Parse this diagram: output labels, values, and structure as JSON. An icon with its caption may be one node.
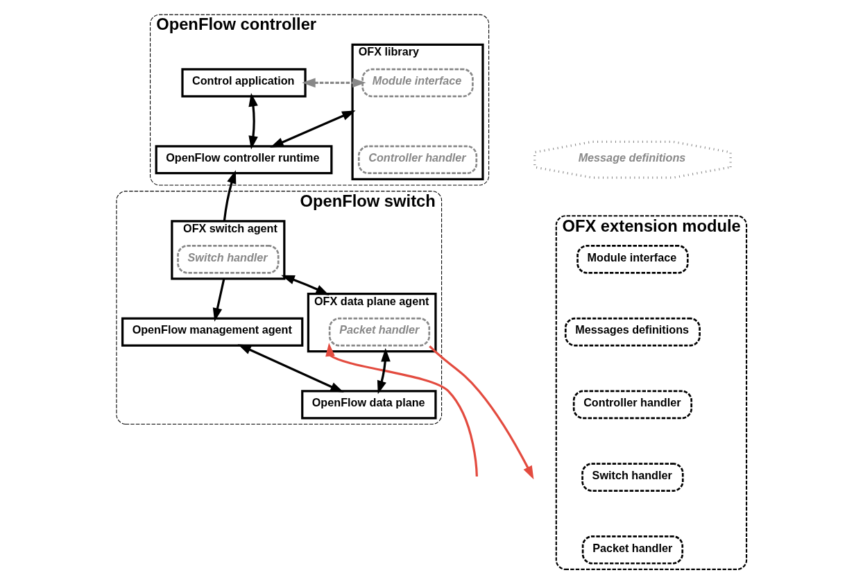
{
  "diagram": {
    "nodes": [
      {
        "text": [
          "OpenFlow controller"
        ]
      },
      {
        "text": [
          "Control application"
        ],
        "in": 0
      },
      {
        "text": [
          "OFX library"
        ],
        "in": 0
      },
      {
        "text": [
          "Module interface"
        ],
        "in": 2
      },
      {
        "text": [
          "Controller handler"
        ],
        "in": 2
      },
      {
        "text": [
          "OpenFlow controller runtime"
        ],
        "in": 0
      },
      {
        "text": [
          "Message definitions"
        ]
      },
      {
        "text": [
          "OpenFlow switch"
        ]
      },
      {
        "text": [
          "OFX switch agent"
        ],
        "in": 7
      },
      {
        "text": [
          "Switch handler"
        ],
        "in": 8
      },
      {
        "text": [
          "OpenFlow management agent"
        ],
        "in": 7
      },
      {
        "text": [
          "OFX data plane agent"
        ],
        "in": 7
      },
      {
        "text": [
          "Packet handler"
        ],
        "in": 11
      },
      {
        "text": [
          "OpenFlow data plane"
        ],
        "in": 7
      },
      {
        "text": [
          "OFX extension module"
        ]
      },
      {
        "text": [
          "Module interface"
        ],
        "in": 14
      },
      {
        "text": [
          "Messages definitions"
        ],
        "in": 14
      },
      {
        "text": [
          "Controller handler"
        ],
        "in": 14
      },
      {
        "text": [
          "Switch handler"
        ],
        "in": 14
      },
      {
        "text": [
          "Packet handler"
        ],
        "in": 14
      }
    ],
    "edges": [
      {
        "from": 1,
        "to": 5,
        "arrow": "both"
      },
      {
        "from": 1,
        "to": 3,
        "arrow": "both",
        "style": "dashed",
        "color": "#888888"
      },
      {
        "from": 5,
        "to": 2,
        "arrow": "both"
      },
      {
        "from": 8,
        "to": 5,
        "arrow": "to"
      },
      {
        "from": 8,
        "to": 10,
        "arrow": "to"
      },
      {
        "from": 8,
        "to": 11,
        "arrow": "both"
      },
      {
        "from": 10,
        "to": 13,
        "arrow": "both"
      },
      {
        "from": 13,
        "to": 11,
        "arrow": "both"
      },
      {
        "from": null,
        "to": 12,
        "arrow": "to",
        "color": "#e34b3f"
      },
      {
        "from": 12,
        "to": null,
        "arrow": "to",
        "color": "#e34b3f"
      }
    ]
  }
}
